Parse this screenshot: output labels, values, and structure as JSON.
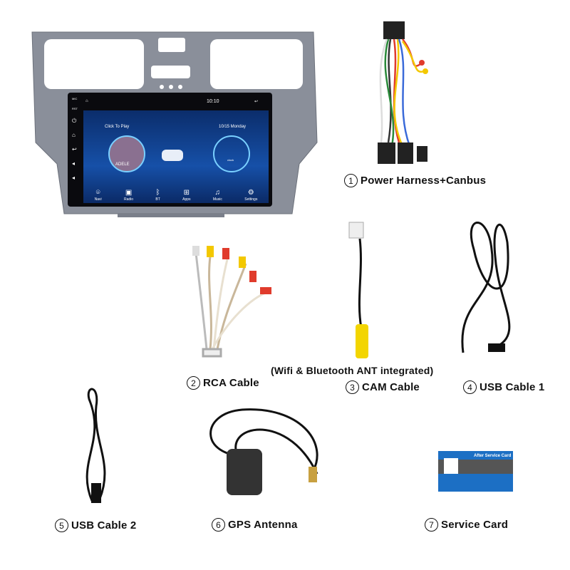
{
  "screen": {
    "status_time": "10:10",
    "left_widget": "Click To Play",
    "album_text": "ADELE",
    "date": "10/15 Monday",
    "clock_label": "clock",
    "dock": [
      {
        "label": "Navi",
        "icon": "map-pin-icon"
      },
      {
        "label": "Radio",
        "icon": "radio-icon"
      },
      {
        "label": "BT",
        "icon": "bluetooth-icon"
      },
      {
        "label": "Apps",
        "icon": "apps-grid-icon"
      },
      {
        "label": "Music",
        "icon": "music-note-icon"
      },
      {
        "label": "Settings",
        "icon": "gear-icon"
      }
    ],
    "side_labels": [
      "MIC",
      "RST"
    ]
  },
  "items": [
    {
      "num": "1",
      "label": "Power Harness+Canbus"
    },
    {
      "num": "2",
      "label": "RCA Cable"
    },
    {
      "num": "3",
      "label": "CAM Cable",
      "note": "(Wifi & Bluetooth ANT integrated)"
    },
    {
      "num": "4",
      "label": "USB Cable 1"
    },
    {
      "num": "5",
      "label": "USB Cable 2"
    },
    {
      "num": "6",
      "label": "GPS Antenna"
    },
    {
      "num": "7",
      "label": "Service Card"
    }
  ],
  "service_card": {
    "title": "After Service Card"
  },
  "colors": {
    "bezel": "#8a8f9a",
    "card": "#1c6fc4",
    "screen_bg": "#1650a8"
  }
}
